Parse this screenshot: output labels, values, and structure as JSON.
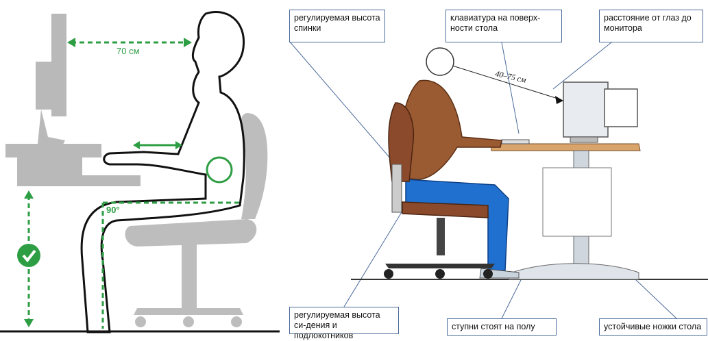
{
  "left_figure": {
    "eye_to_screen": "70 см",
    "knee_angle": "90°"
  },
  "right_figure": {
    "eye_distance": "40–75 см",
    "labels": {
      "backrest_height": "регулируемая высота спинки",
      "keyboard_level": "клавиатура на поверх-ности стола",
      "eye_monitor_distance": "расстояние от глаз до монитора",
      "seat_armrest_height": "регулируемая высота си-дения и подлокотников",
      "feet_on_floor": "ступни стоят на полу",
      "stable_table_legs": "устойчивые ножки стола"
    }
  },
  "colors": {
    "accent_green": "#2e9e44",
    "grey": "#b9b9b9",
    "brown": "#8b4a2b",
    "blue": "#1f66c8"
  }
}
